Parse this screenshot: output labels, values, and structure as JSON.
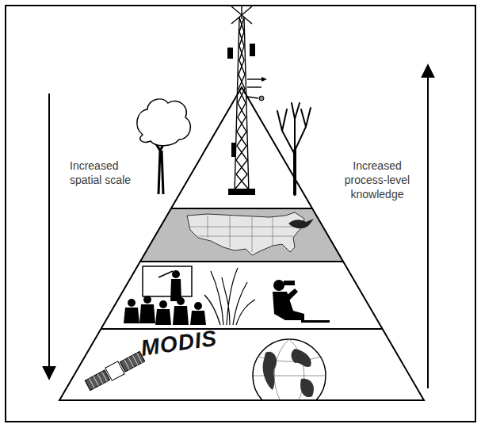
{
  "diagram": {
    "labels": [
      "Increased spatial scale",
      "Increased process-level knowledge",
      "MODIS"
    ]
  }
}
